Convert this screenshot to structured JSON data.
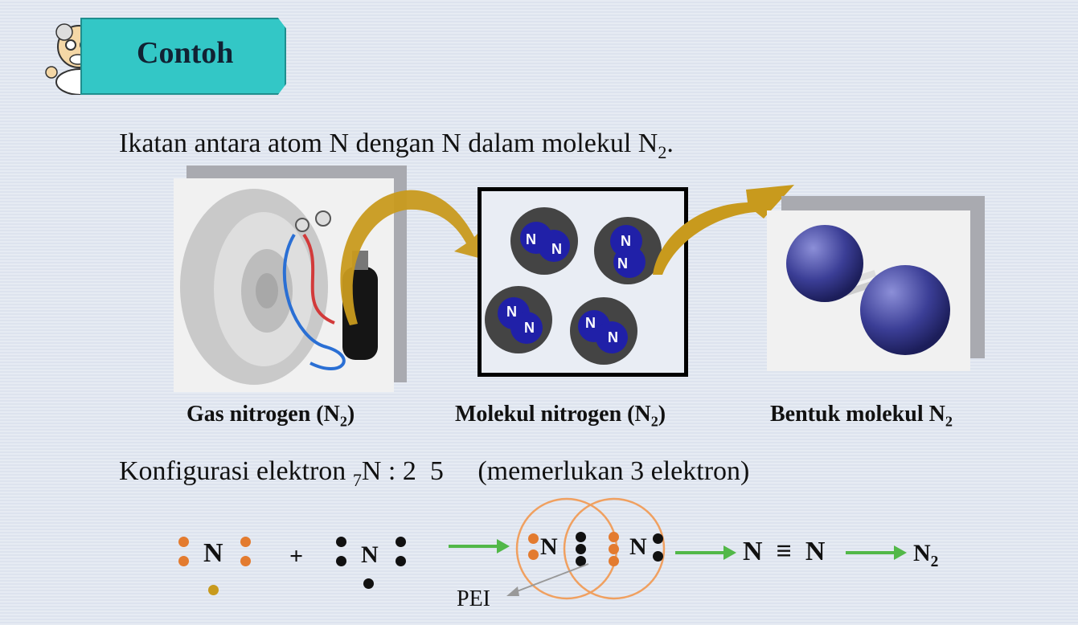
{
  "badge": {
    "label": "Contoh"
  },
  "heading": {
    "text_prefix": "Ikatan antara atom N dengan N dalam molekul N",
    "text_sub": "2",
    "text_suffix": "."
  },
  "captions": {
    "gas": {
      "prefix": "Gas nitrogen (N",
      "sub": "2",
      "suffix": ")"
    },
    "molekul": {
      "prefix": "Molekul nitrogen (N",
      "sub": "2",
      "suffix": ")"
    },
    "bentuk": {
      "prefix": "Bentuk molekul N",
      "sub": "2",
      "suffix": ""
    }
  },
  "molecule_labels": {
    "atom": "N"
  },
  "config": {
    "prefix": "Konfigurasi elektron ",
    "sub": "7",
    "element": "N : 2  5",
    "note": "(memerlukan 3 elektron)"
  },
  "equation": {
    "atom": "N",
    "plus": "+",
    "bond": "N  ≡  N",
    "product_prefix": "N",
    "product_sub": "2",
    "pei": "PEI"
  },
  "colors": {
    "badge": "#33c7c6",
    "arrow_gold": "#c89a1d",
    "arrow_green": "#52b848",
    "electron_orange": "#e37b2f",
    "electron_black": "#111111",
    "molecule_blue": "#2020a8",
    "ring_orange": "#f0a060"
  }
}
